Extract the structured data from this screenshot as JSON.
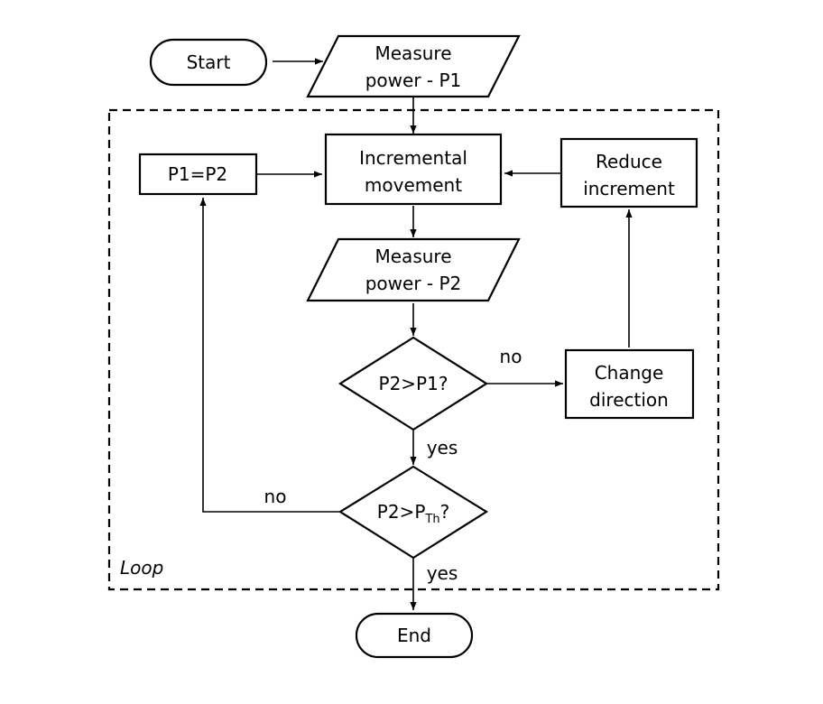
{
  "nodes": {
    "start": "Start",
    "measure_p1": [
      "Measure",
      "power - P1"
    ],
    "incremental": [
      "Incremental",
      "movement"
    ],
    "p1_eq_p2": "P1=P2",
    "reduce": [
      "Reduce",
      "increment"
    ],
    "measure_p2": [
      "Measure",
      "power - P2"
    ],
    "decision_p2_p1": "P2>P1?",
    "change_direction": [
      "Change",
      "direction"
    ],
    "decision_threshold": {
      "prefix": "P2>P",
      "subscript": "Th",
      "suffix": "?"
    },
    "end": "End"
  },
  "edges": {
    "no_1": "no",
    "yes_1": "yes",
    "no_2": "no",
    "yes_2": "yes"
  },
  "loop_label": "Loop"
}
